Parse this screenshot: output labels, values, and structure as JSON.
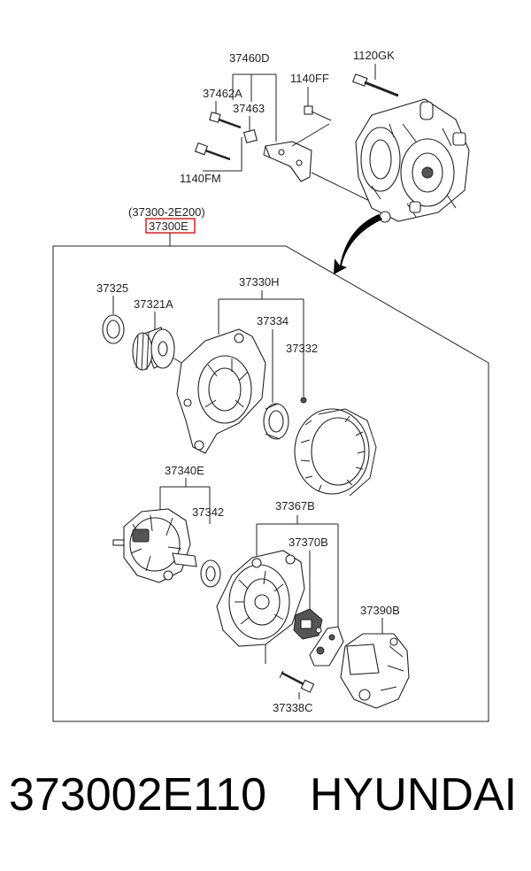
{
  "labels": {
    "p37460D": "37460D",
    "p1120GK": "1120GK",
    "p37462A": "37462A",
    "p1140FF": "1140FF",
    "p37463": "37463",
    "p1140FM": "1140FM",
    "assembly_alt": "(37300-2E200)",
    "assembly": "37300E",
    "p37325": "37325",
    "p37330H": "37330H",
    "p37321A": "37321A",
    "p37334": "37334",
    "p37332": "37332",
    "p37340E": "37340E",
    "p37342": "37342",
    "p37367B": "37367B",
    "p37370B": "37370B",
    "p37390B": "37390B",
    "p37338C": "37338C"
  },
  "caption": {
    "part_number": "373002E110",
    "brand": "HYUNDAI"
  },
  "colors": {
    "highlight": "#e02020",
    "line": "#222222"
  }
}
